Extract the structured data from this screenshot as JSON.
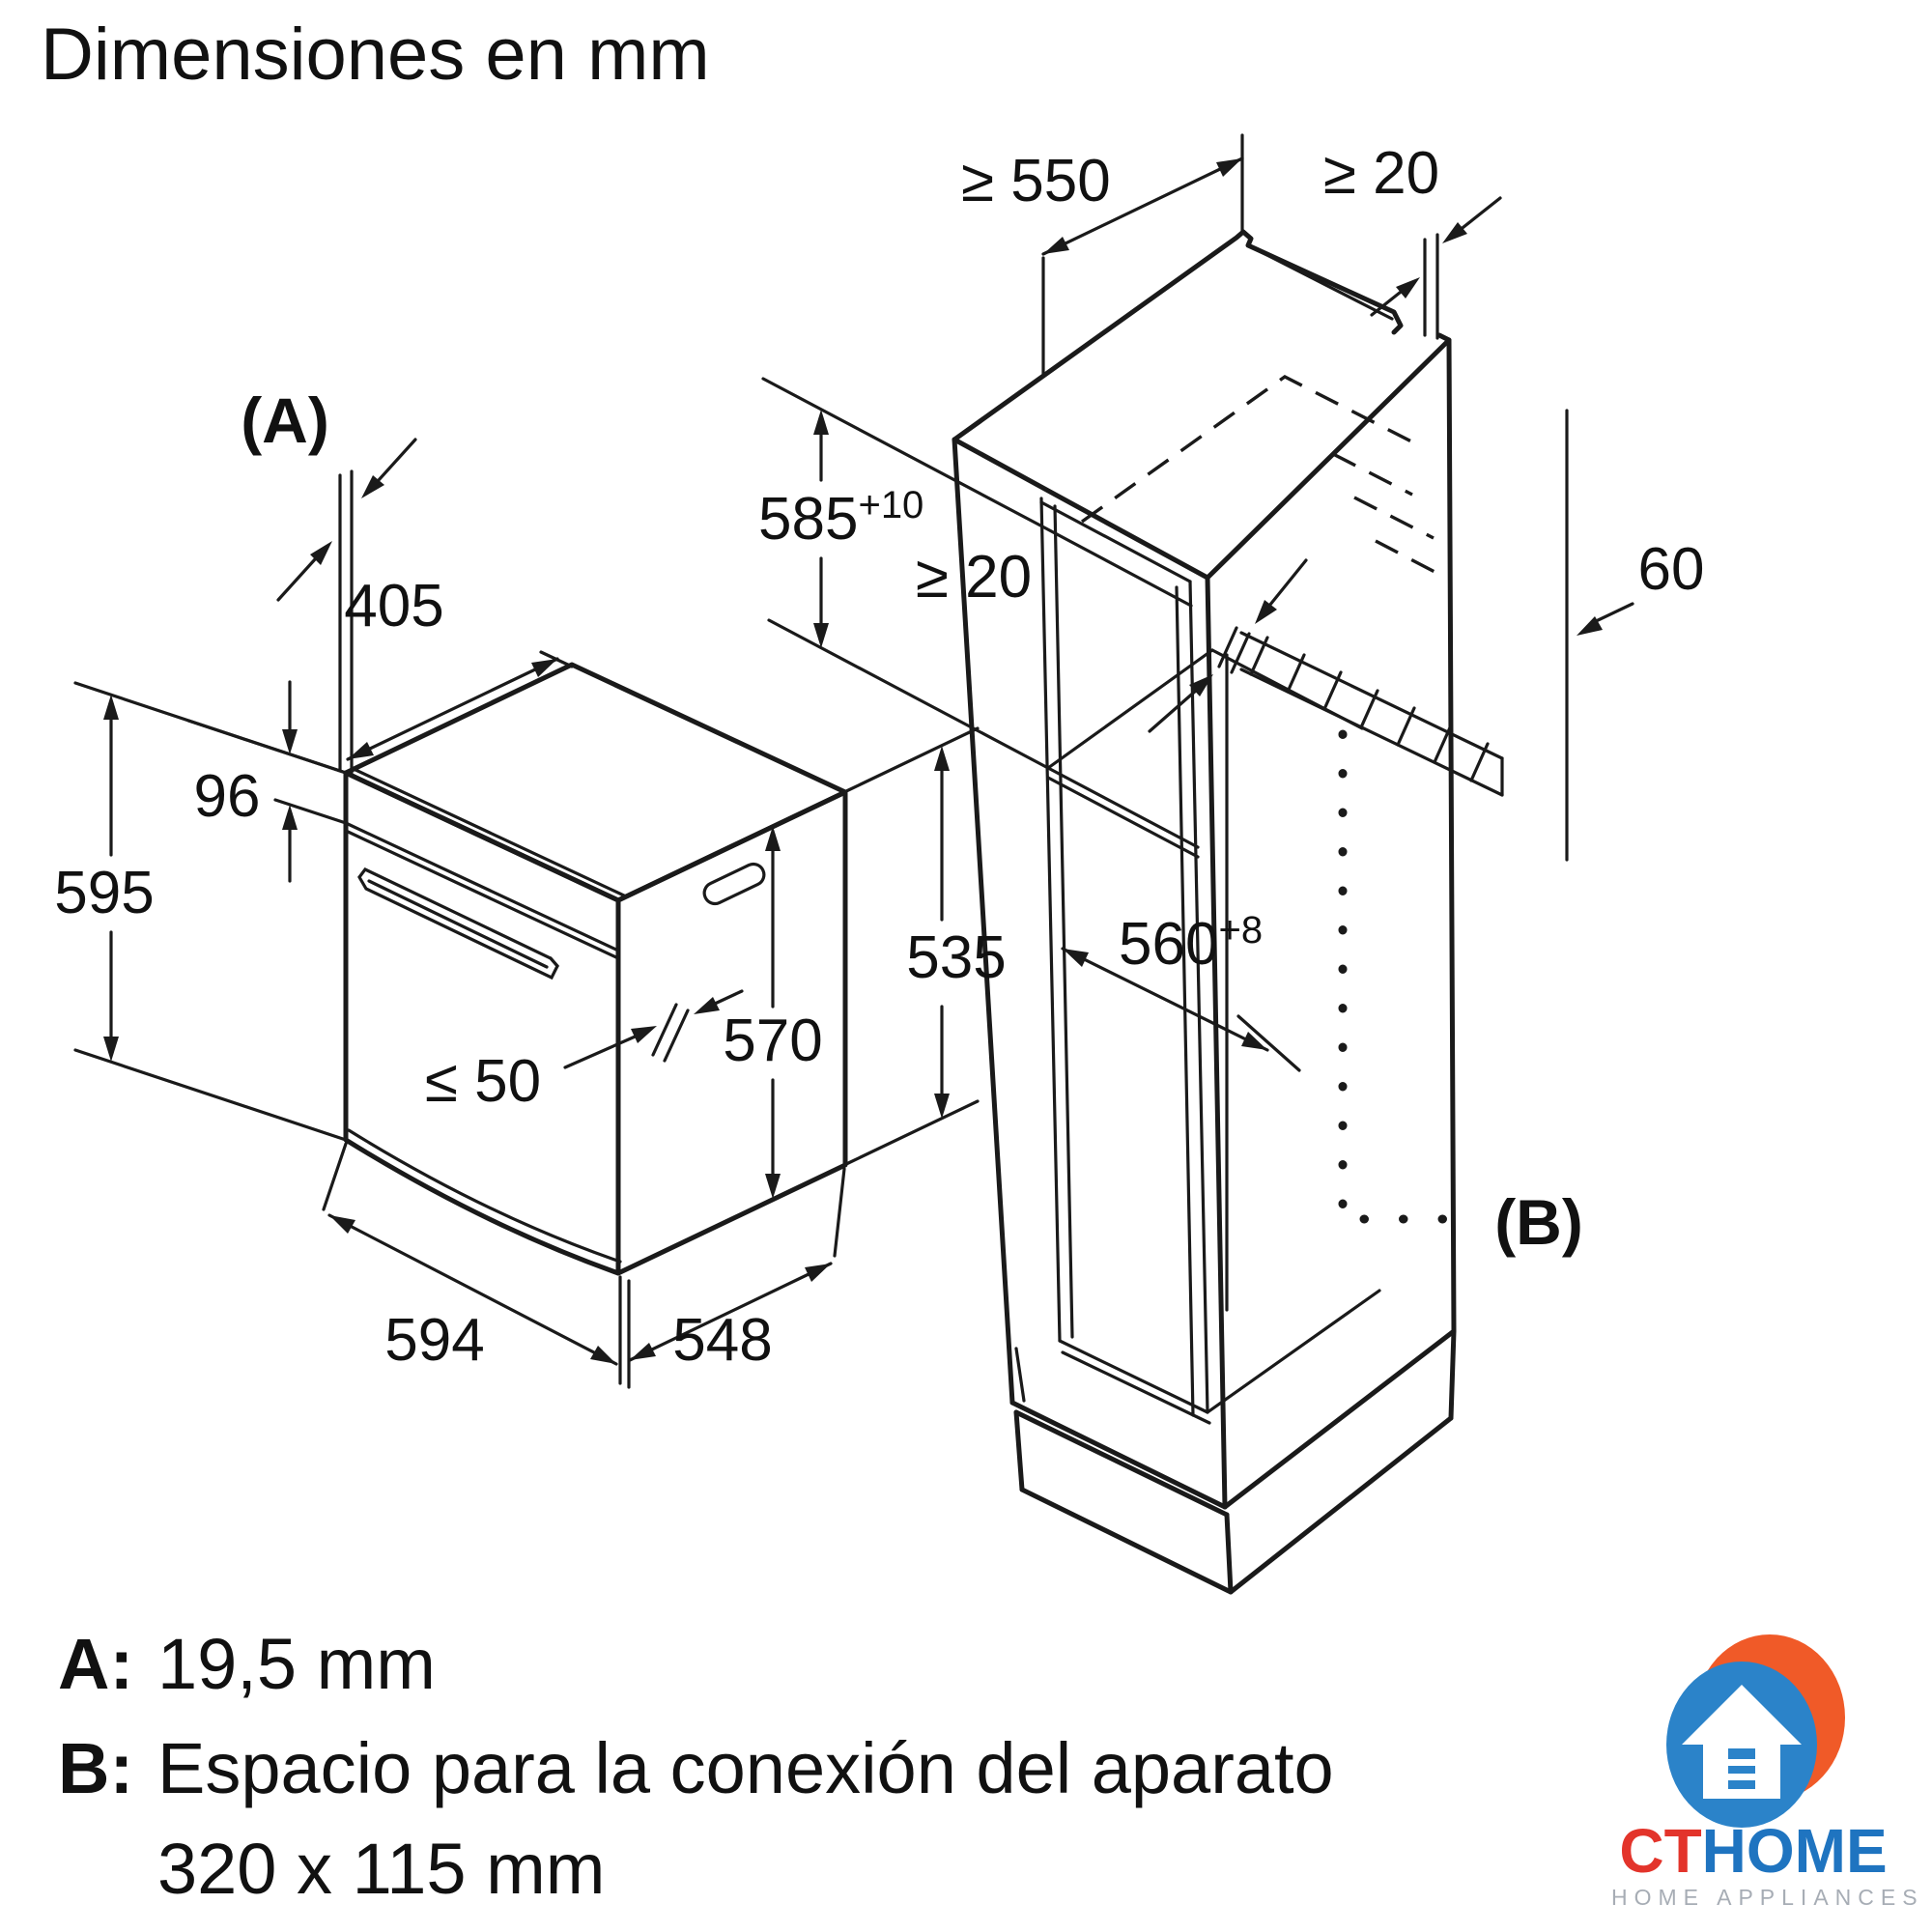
{
  "title": "Dimensiones en mm",
  "oven": {
    "marker_a": "(A)",
    "dim_depth_top": "405",
    "dim_panel_height": "96",
    "dim_total_height": "595",
    "dim_door_protrusion": "≤ 50",
    "dim_body_height": "570",
    "dim_width": "594",
    "dim_depth": "548"
  },
  "cabinet": {
    "dim_min_depth": "≥ 550",
    "dim_top_gap": "≥ 20",
    "dim_niche_height": "585",
    "dim_niche_height_sup": "+10",
    "dim_shelf_gap": "≥ 20",
    "dim_vent": "60",
    "dim_niche_width": "560",
    "dim_niche_width_sup": "+8",
    "dim_rear_height": "535",
    "marker_b": "(B)"
  },
  "legend": {
    "a_key": "A:",
    "a_value": "19,5 mm",
    "b_key": "B:",
    "b_value": "Espacio para la conexión del aparato",
    "b_value_line2": "320 x 115 mm"
  },
  "logo": {
    "brand_ct": "CT",
    "brand_home": "HOME",
    "tagline": "HOME APPLIANCES",
    "color_red": "#e3342b",
    "color_blue": "#1f74c0",
    "color_orange": "#f05a28",
    "color_gray": "#a7adb5"
  }
}
